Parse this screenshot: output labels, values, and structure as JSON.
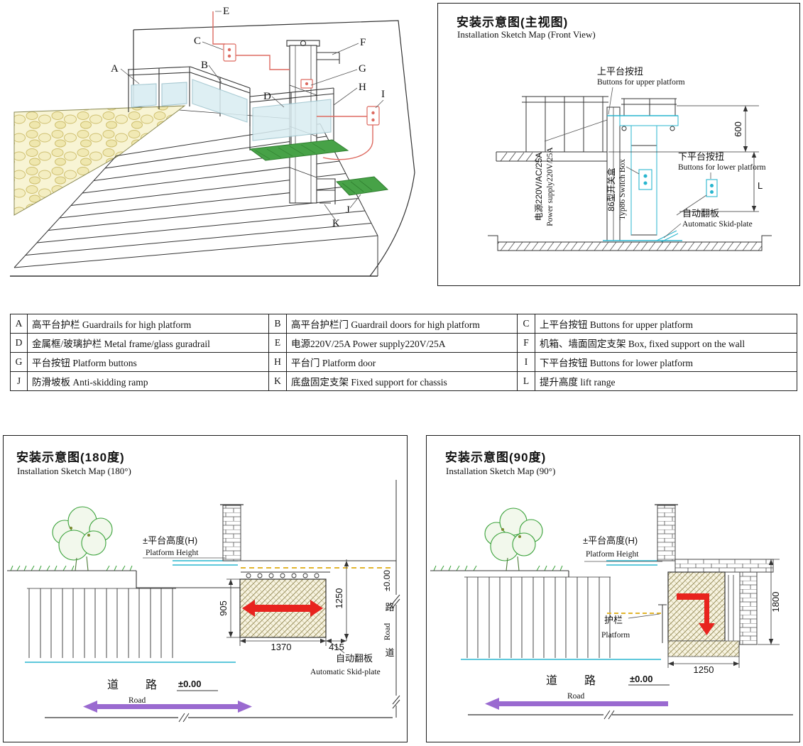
{
  "colors": {
    "cable_red": "#dd6a60",
    "arrow_red": "#e8231e",
    "road_purple": "#9a6ad0",
    "structure_cyan": "#29b6cf",
    "plate_green": "#47a247",
    "deck_yellow": "#e2b52e",
    "foliage_green": "#3aa23a"
  },
  "iso_view": {
    "labels": {
      "a": "A",
      "b": "B",
      "c": "C",
      "d": "D",
      "e": "E",
      "f": "F",
      "g": "G",
      "h": "H",
      "i": "I",
      "j": "J",
      "k": "K"
    }
  },
  "front_view": {
    "title": "安装示意图(主视图)",
    "subtitle": "Installation Sketch Map (Front View)",
    "upper_btn_cn": "上平台按扭",
    "upper_btn_en": "Buttons for upper platform",
    "lower_btn_cn": "下平台按扭",
    "lower_btn_en": "Buttons for lower platform",
    "power_cn": "电源220V/AC/25A",
    "power_en": "Power supply220V/25A",
    "switch_cn": "86型开关盒",
    "switch_en": "Typ86 Switch Box",
    "skid_cn": "自动翻板",
    "skid_en": "Automatic Skid-plate",
    "dim_600": "600",
    "dim_L": "L"
  },
  "parts_table": {
    "rows": [
      {
        "k1": "A",
        "d1": "高平台护栏 Guardrails for high platform",
        "k2": "B",
        "d2": "高平台护栏门 Guardrail doors for high platform",
        "k3": "C",
        "d3": "上平台按钮 Buttons for upper platform"
      },
      {
        "k1": "D",
        "d1": "金属框/玻璃护栏 Metal frame/glass guradrail",
        "k2": "E",
        "d2": "电源220V/25A Power supply220V/25A",
        "k3": "F",
        "d3": "机箱、墙面固定支架 Box, fixed support on the wall"
      },
      {
        "k1": "G",
        "d1": "平台按钮 Platform buttons",
        "k2": "H",
        "d2": "平台门 Platform door",
        "k3": "I",
        "d3": "下平台按钮 Buttons for lower platform"
      },
      {
        "k1": "J",
        "d1": "防滑坡板 Anti-skidding ramp",
        "k2": "K",
        "d2": "底盘固定支架 Fixed support for chassis",
        "k3": "L",
        "d3": "提升高度  lift range"
      }
    ]
  },
  "view_180": {
    "title": "安装示意图(180度)",
    "subtitle": "Installation Sketch Map (180°)",
    "platform_height_cn": "±平台高度(H)",
    "platform_height_en": "Platform Height",
    "dim_905": "905",
    "dim_1370": "1370",
    "dim_415": "415",
    "dim_1250": "1250",
    "skid_cn": "自动翻板",
    "skid_en": "Automatic Skid-plate",
    "road_cn": "道　　路",
    "road_en": "Road",
    "elev": "±0.00",
    "side_elev": "±0.00",
    "side_char_top": "路",
    "side_road_en": "Road",
    "side_char_bottom": "道"
  },
  "view_90": {
    "title": "安装示意图(90度)",
    "subtitle": "Installation Sketch Map (90°)",
    "platform_height_cn": "±平台高度(H)",
    "platform_height_en": "Platform Height",
    "guardrail_cn": "护栏",
    "guardrail_en": "Platform",
    "dim_1800": "1800",
    "dim_1250": "1250",
    "road_cn": "道　　路",
    "road_en": "Road",
    "elev": "±0.00"
  }
}
